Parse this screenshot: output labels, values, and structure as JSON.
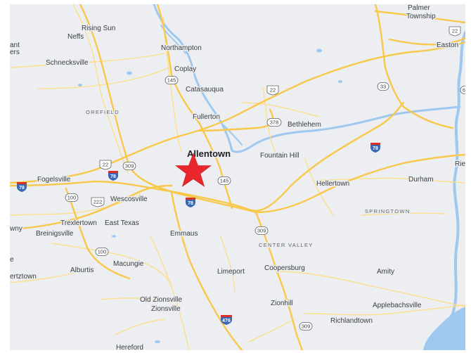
{
  "map": {
    "marker": {
      "icon": "red-star-icon",
      "color": "#e8262c"
    },
    "places": {
      "allentown": "Allentown",
      "rising_sun": "Rising Sun",
      "neffs": "Neffs",
      "schnecksville": "Schnecksville",
      "northampton": "Northampton",
      "coplay": "Coplay",
      "catasauqua": "Catasauqua",
      "fullerton": "Fullerton",
      "bethlehem": "Bethlehem",
      "fountain_hill": "Fountain Hill",
      "hellertown": "Hellertown",
      "durham": "Durham",
      "easton": "Easton",
      "palmer_top": "Palmer",
      "palmer_township": "Township",
      "fogelsville": "Fogelsville",
      "wescosville": "Wescosville",
      "trexlertown": "Trexlertown",
      "east_texas": "East Texas",
      "breinigsville": "Breinigsville",
      "emmaus": "Emmaus",
      "macungie": "Macungie",
      "alburtis": "Alburtis",
      "mertztown": "ertztown",
      "limeport": "Limeport",
      "coopersburg": "Coopersburg",
      "amity": "Amity",
      "zionhill": "Zionhill",
      "old_zionsville": "Old Zionsville",
      "zionsville": "Zionsville",
      "applebachsville": "Applebachsville",
      "richlandtown": "Richlandtown",
      "hereford": "Hereford",
      "orefield": "OREFIELD",
      "springtown": "SPRINGTOWN",
      "center_valley": "CENTER VALLEY",
      "edge_ant": "ant",
      "edge_ers": "ers",
      "edge_wny": "wny",
      "edge_e": "e",
      "edge_rie": "Rieg"
    },
    "shields": {
      "r145a": "145",
      "r145b": "145",
      "r22a": "22",
      "r22b": "22",
      "r22c": "22",
      "r309a": "309",
      "r309b": "309",
      "r309c": "309",
      "r378": "378",
      "r33": "33",
      "r100a": "100",
      "r100b": "100",
      "r222": "222",
      "r6": "6"
    },
    "interstates": {
      "i78a": "78",
      "i78b": "78",
      "i78c": "78",
      "i78d": "78",
      "i476": "476"
    },
    "colors": {
      "land": "#eceef1",
      "water": "#9fc8f0",
      "major_road": "#f7c84a",
      "minor_road": "#fbdf8c",
      "interstate_shield": "#3767b5"
    }
  }
}
